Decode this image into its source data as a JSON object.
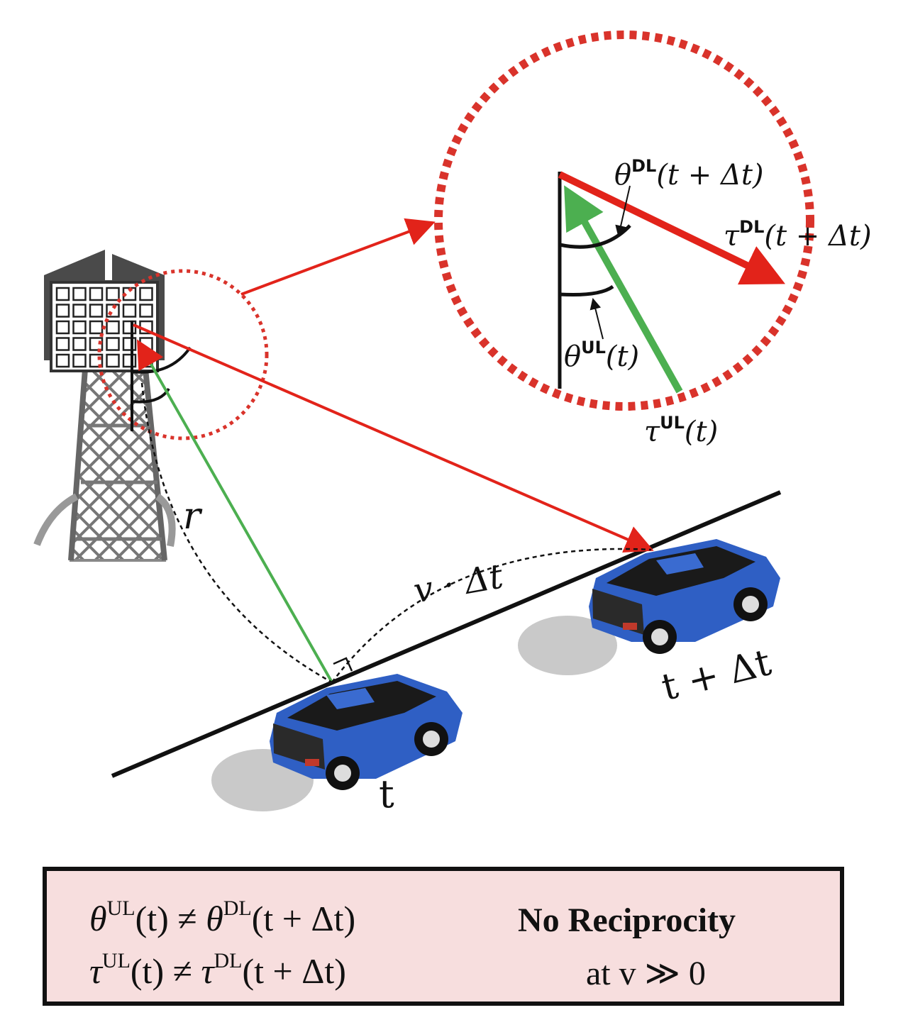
{
  "labels": {
    "theta_dl_base": "θ",
    "theta_dl_sup": "DL",
    "theta_dl_arg": "(t + Δt)",
    "tau_dl_base": "τ",
    "tau_dl_sup": "DL",
    "tau_dl_arg": "(t + Δt)",
    "theta_ul_base": "θ",
    "theta_ul_sup": "UL",
    "theta_ul_arg": "(t)",
    "tau_ul_base": "τ",
    "tau_ul_sup": "UL",
    "tau_ul_arg": "(t)",
    "distance": "r",
    "displacement": "v · Δt",
    "time_now": "t",
    "time_later": "t + Δt"
  },
  "summary": {
    "eq1_left_base": "θ",
    "eq1_left_sup": "UL",
    "eq1_left_arg": "(t) ≠ ",
    "eq1_right_base": "θ",
    "eq1_right_sup": "DL",
    "eq1_right_arg": "(t + Δt)",
    "eq2_left_base": "τ",
    "eq2_left_sup": "UL",
    "eq2_left_arg": "(t) ≠ ",
    "eq2_right_base": "τ",
    "eq2_right_sup": "DL",
    "eq2_right_arg": "(t + Δt)",
    "note_1": "No Reciprocity",
    "note_2": "at v ≫ 0"
  },
  "colors": {
    "downlink": "#e2231a",
    "uplink": "#4caf50",
    "car": "#2f5fc4",
    "box_fill": "#f7dede"
  }
}
